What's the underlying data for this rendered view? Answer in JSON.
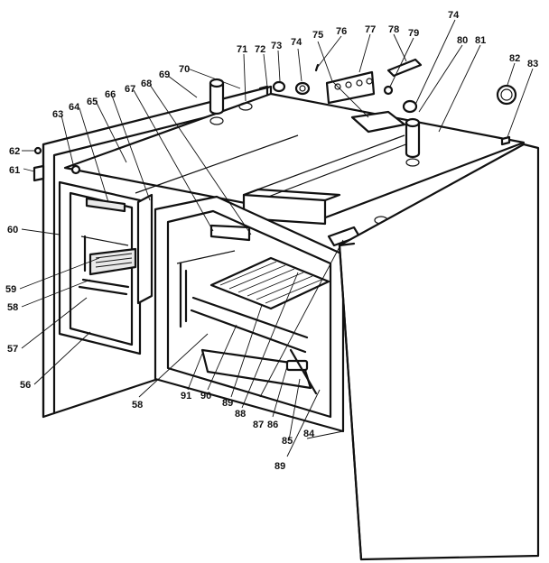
{
  "callouts": [
    {
      "id": "62",
      "text": "62"
    },
    {
      "id": "61",
      "text": "61"
    },
    {
      "id": "60",
      "text": "60"
    },
    {
      "id": "59",
      "text": "59"
    },
    {
      "id": "58a",
      "text": "58"
    },
    {
      "id": "57",
      "text": "57"
    },
    {
      "id": "56",
      "text": "56"
    },
    {
      "id": "63",
      "text": "63"
    },
    {
      "id": "64",
      "text": "64"
    },
    {
      "id": "65",
      "text": "65"
    },
    {
      "id": "66",
      "text": "66"
    },
    {
      "id": "67",
      "text": "67"
    },
    {
      "id": "68",
      "text": "68"
    },
    {
      "id": "69",
      "text": "69"
    },
    {
      "id": "70",
      "text": "70"
    },
    {
      "id": "71",
      "text": "71"
    },
    {
      "id": "72",
      "text": "72"
    },
    {
      "id": "73",
      "text": "73"
    },
    {
      "id": "74a",
      "text": "74"
    },
    {
      "id": "75",
      "text": "75"
    },
    {
      "id": "76",
      "text": "76"
    },
    {
      "id": "77",
      "text": "77"
    },
    {
      "id": "78",
      "text": "78"
    },
    {
      "id": "79",
      "text": "79"
    },
    {
      "id": "74b",
      "text": "74"
    },
    {
      "id": "80",
      "text": "80"
    },
    {
      "id": "81",
      "text": "81"
    },
    {
      "id": "82",
      "text": "82"
    },
    {
      "id": "83",
      "text": "83"
    },
    {
      "id": "58b",
      "text": "58"
    },
    {
      "id": "91",
      "text": "91"
    },
    {
      "id": "90",
      "text": "90"
    },
    {
      "id": "89a",
      "text": "89"
    },
    {
      "id": "88",
      "text": "88"
    },
    {
      "id": "87",
      "text": "87"
    },
    {
      "id": "86",
      "text": "86"
    },
    {
      "id": "85",
      "text": "85"
    },
    {
      "id": "89b",
      "text": "89"
    },
    {
      "id": "84",
      "text": "84"
    }
  ]
}
